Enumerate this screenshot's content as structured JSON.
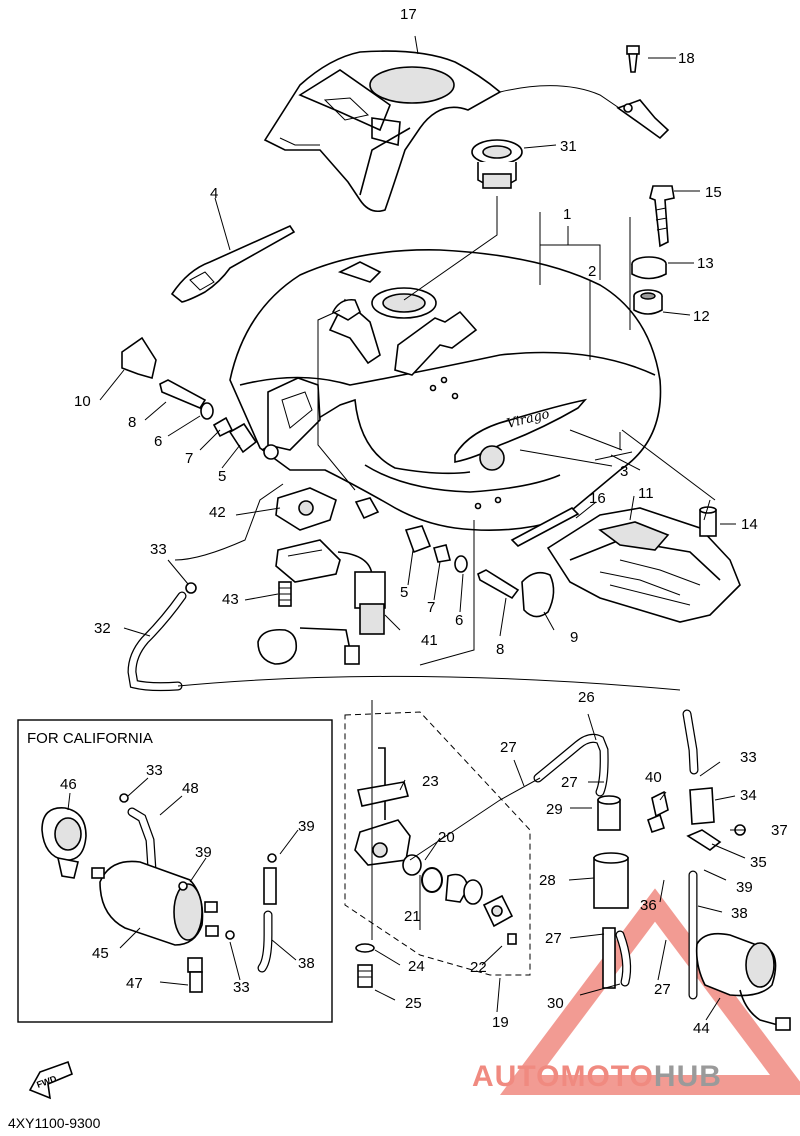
{
  "diagram": {
    "drawing_code": "4XY1100-9300",
    "california_box_title": "FOR CALIFORNIA",
    "fwd_label": "FWD",
    "tank_badge": "Virago",
    "watermark": {
      "part1": "AUTO",
      "part2": "MOTO",
      "part3": "HUB",
      "color_main": "#f08a80",
      "color_hub": "#9a9a9a"
    },
    "callouts": {
      "c1": "1",
      "c2": "2",
      "c3": "3",
      "c4": "4",
      "c5a": "5",
      "c5b": "5",
      "c6a": "6",
      "c6b": "6",
      "c7a": "7",
      "c7b": "7",
      "c8a": "8",
      "c8b": "8",
      "c9": "9",
      "c10": "10",
      "c11": "11",
      "c12": "12",
      "c13": "13",
      "c14": "14",
      "c15": "15",
      "c17": "17",
      "c18": "18",
      "c16": "16",
      "c19": "19",
      "c20": "20",
      "c21": "21",
      "c22": "22",
      "c23": "23",
      "c24": "24",
      "c25": "25",
      "c26": "26",
      "c27a": "27",
      "c27b": "27",
      "c27c": "27",
      "c27d": "27",
      "c28": "28",
      "c29": "29",
      "c30": "30",
      "c31": "31",
      "c32": "32",
      "c33a": "33",
      "c33b": "33",
      "c34": "34",
      "c35": "35",
      "c36": "36",
      "c37": "37",
      "c38": "38",
      "c39a": "39",
      "c40": "40",
      "c41": "41",
      "c42": "42",
      "c43": "43",
      "c44": "44",
      "ca33a": "33",
      "ca33b": "33",
      "ca38": "38",
      "ca39a": "39",
      "ca39b": "39",
      "ca45": "45",
      "ca46": "46",
      "ca47": "47",
      "ca48": "48"
    }
  }
}
